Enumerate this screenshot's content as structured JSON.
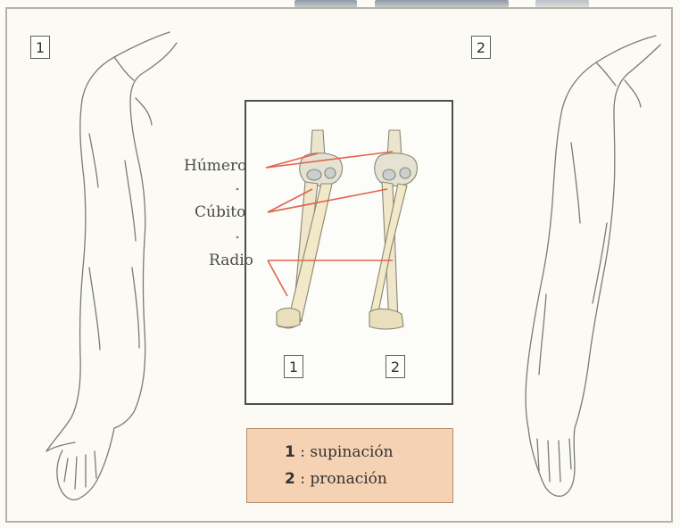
{
  "figure": {
    "arm_left_number": "1",
    "arm_right_number": "2",
    "bone_labels": {
      "humerus": "Húmero",
      "ulna": "Cúbito",
      "radius": "Radio"
    },
    "bones_left_number": "1",
    "bones_right_number": "2",
    "legend": {
      "line1_num": "1",
      "line1_text": " : supinación",
      "line2_num": "2",
      "line2_text": " : pronación"
    },
    "colors": {
      "leader_line": "#e0644e",
      "legend_fill": "#f6d2b4",
      "sketch_stroke": "#7a7a7a"
    }
  }
}
